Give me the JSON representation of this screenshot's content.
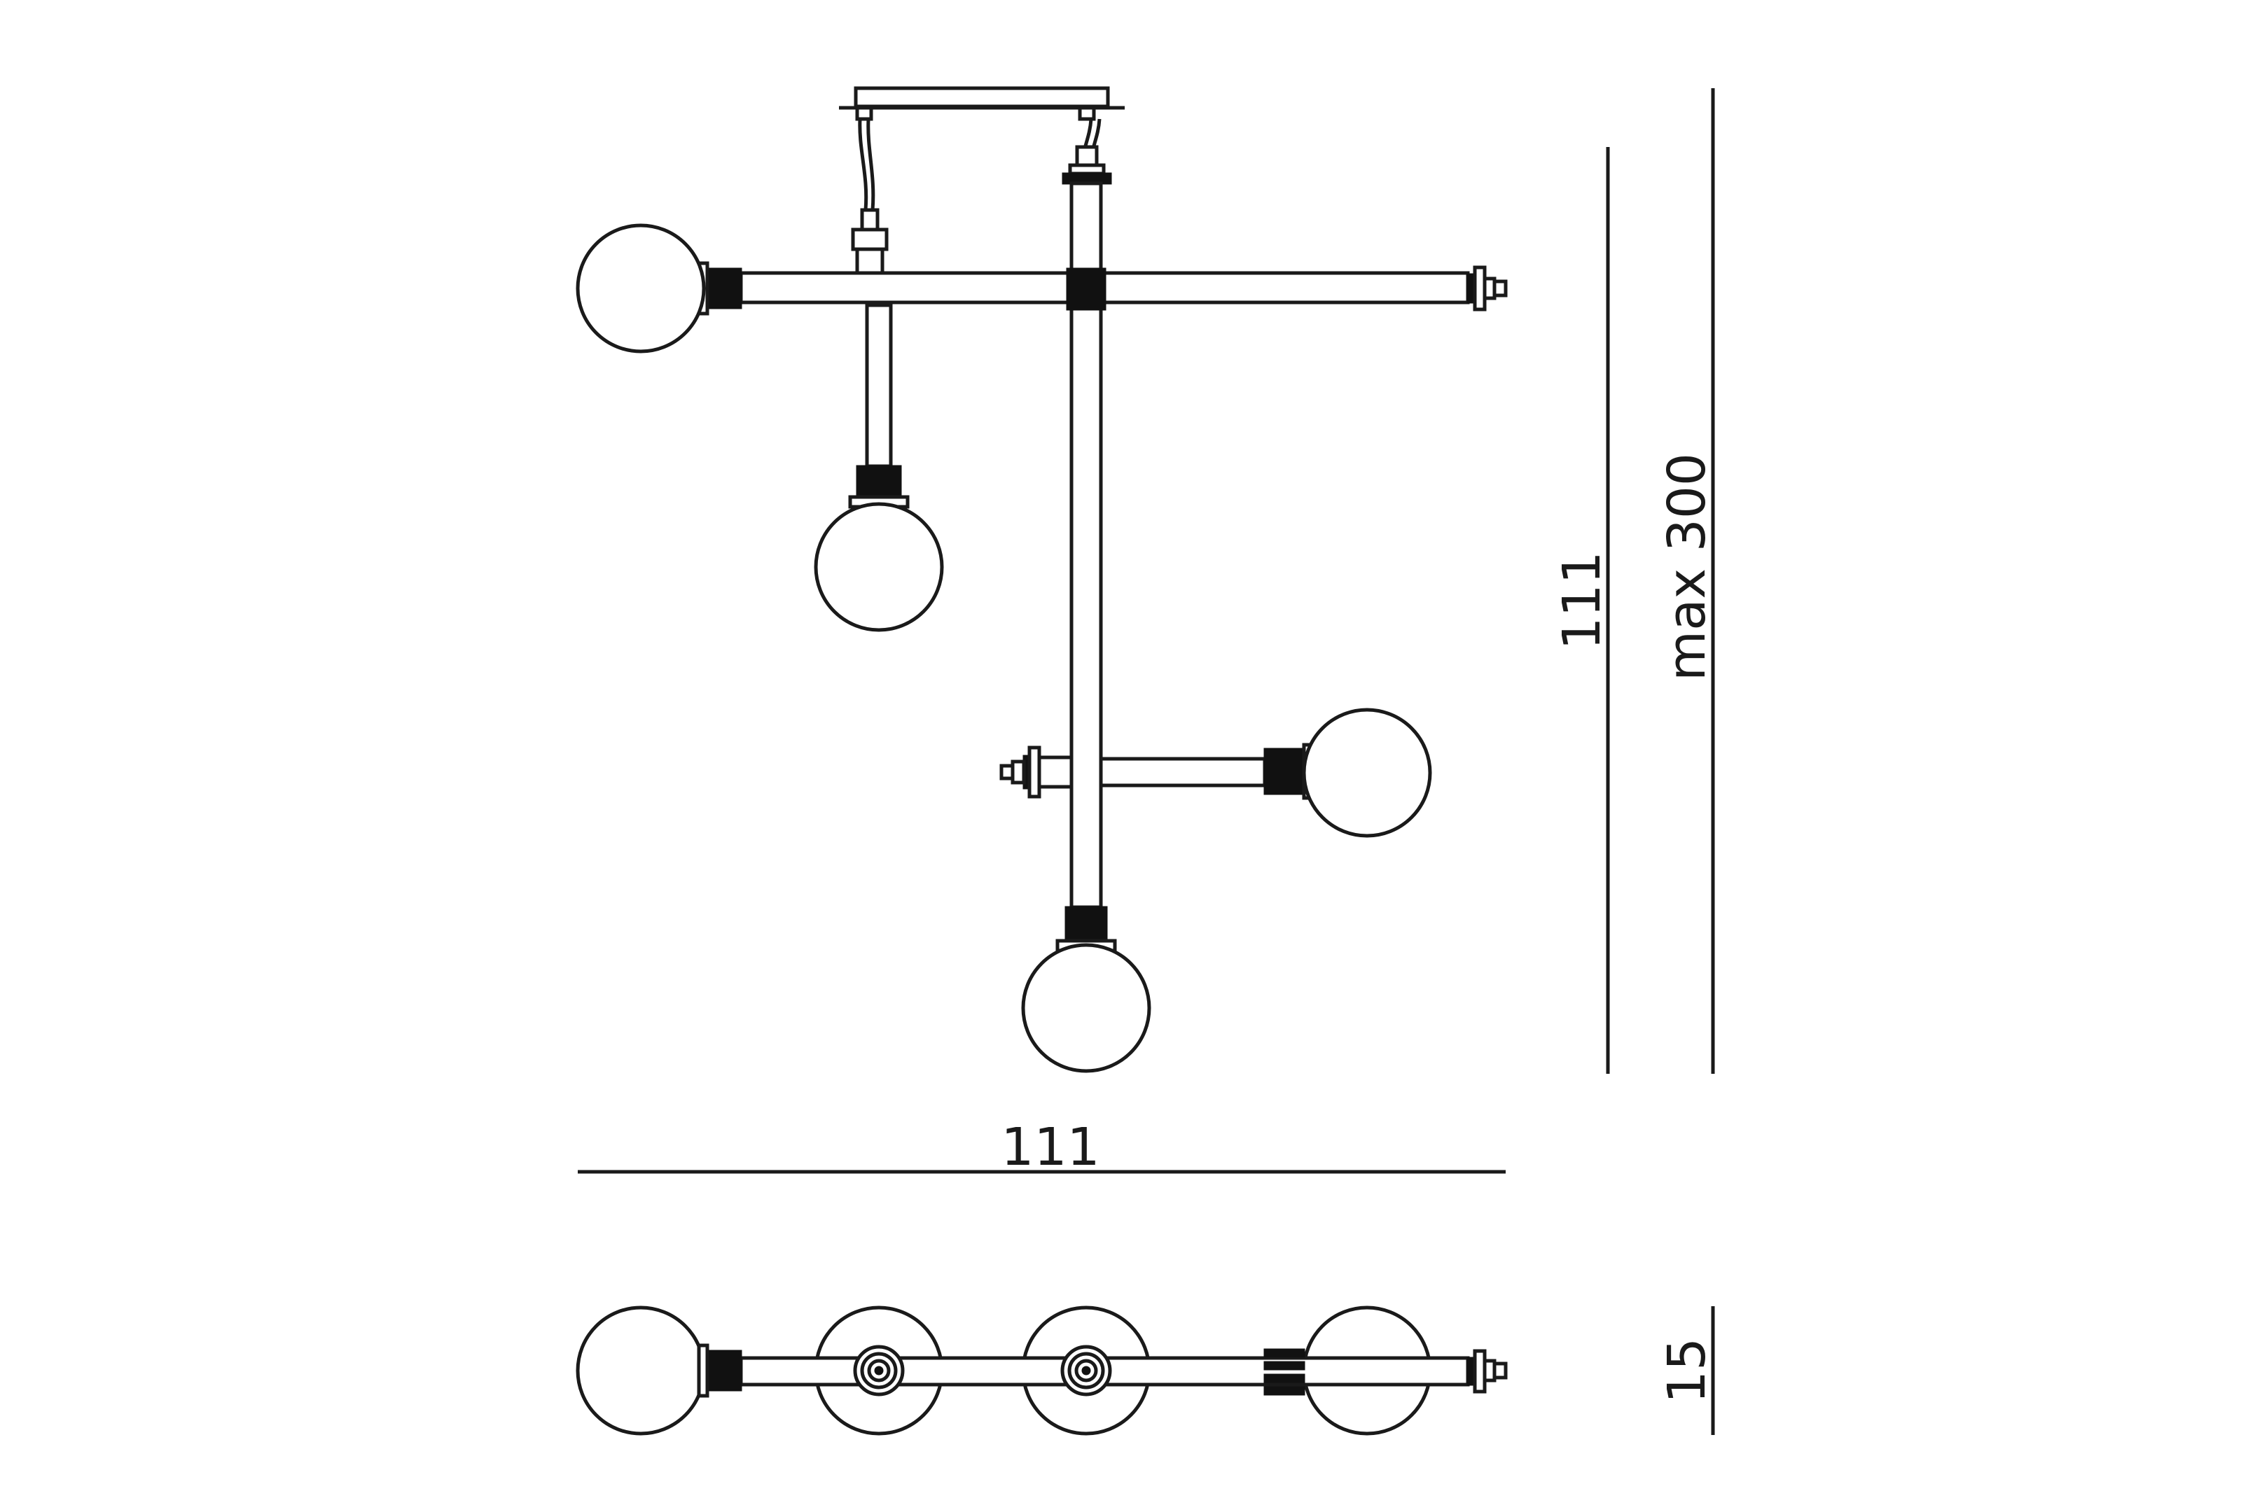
{
  "dimensions": {
    "width_label": "111",
    "height_label": "111",
    "max_height_label": "max 300",
    "depth_label": "15"
  },
  "colors": {
    "line": "#1a1a1a",
    "background": "#ffffff"
  }
}
